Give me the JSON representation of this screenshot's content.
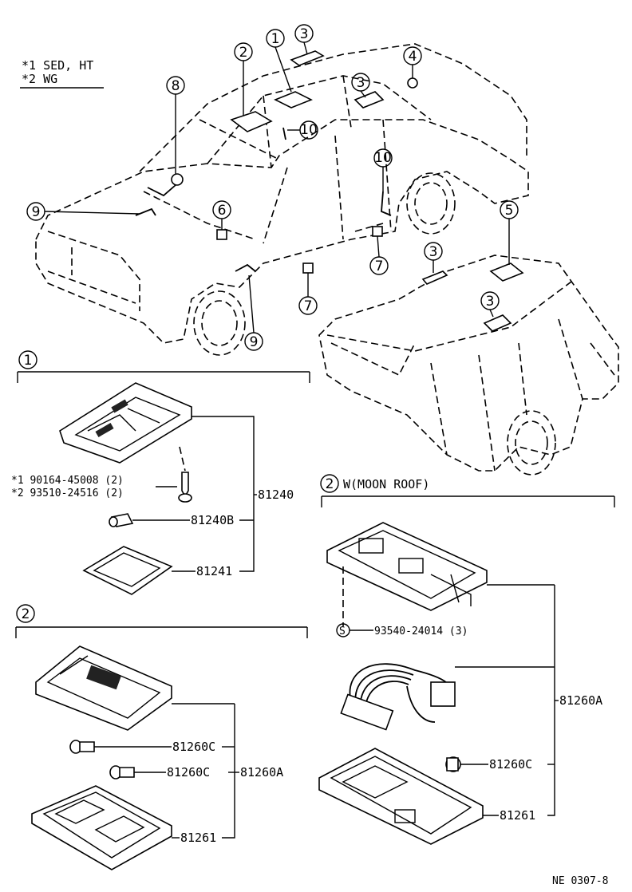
{
  "legend": {
    "note1": "*1 SED, HT",
    "note2": "*2 WG"
  },
  "callouts": {
    "c1": "1",
    "c2": "2",
    "c3": "3",
    "c4": "4",
    "c5": "5",
    "c6": "6",
    "c7": "7",
    "c8": "8",
    "c9": "9",
    "c10": "10"
  },
  "section1": {
    "number": "1",
    "screw_note1": "*1 90164-45008 (2)",
    "screw_note2": "*2 93510-24516 (2)",
    "assembly": "81240",
    "bulb": "81240B",
    "lens": "81241"
  },
  "section2": {
    "number": "2",
    "bulb1": "81260C",
    "bulb2": "81260C",
    "assembly": "81260A",
    "lens": "81261"
  },
  "section2w": {
    "number": "2",
    "title": "W(MOON ROOF)",
    "screw": "93540-24014 (3)",
    "screw_marker": "S",
    "assembly": "81260A",
    "bulb": "81260C",
    "lens": "81261"
  },
  "footer": {
    "code": "NE 0307-8"
  }
}
